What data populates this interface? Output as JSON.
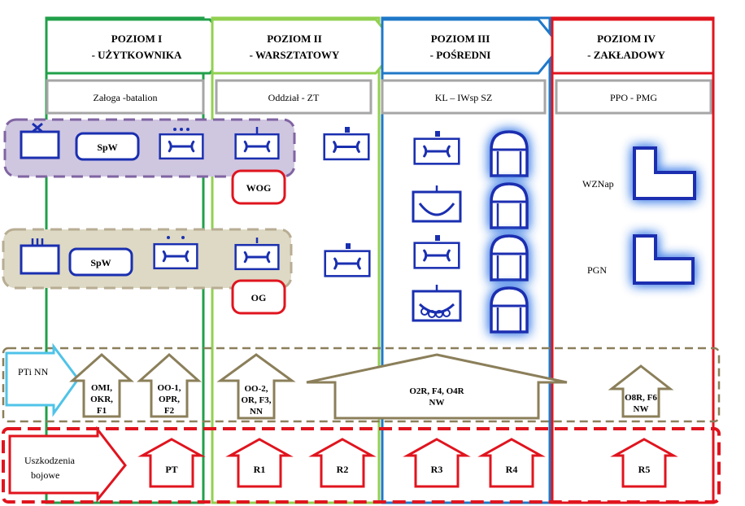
{
  "levels": [
    {
      "title": "POZIOM I",
      "subtitle": "- UŻYTKOWNIKA",
      "unit": "Załoga -batalion",
      "color": "#21a04a"
    },
    {
      "title": "POZIOM II",
      "subtitle": "- WARSZTATOWY",
      "unit": "Oddział - ZT",
      "color": "#92d050"
    },
    {
      "title": "POZIOM III",
      "subtitle": "- POŚREDNI",
      "unit": "KL – IWsp SZ",
      "color": "#1f78c8"
    },
    {
      "title": "POZIOM IV",
      "subtitle": "- ZAKŁADOWY",
      "unit": "PPO - PMG",
      "color": "#e0141e"
    }
  ],
  "rows": {
    "row1": {
      "spw": "SpW",
      "extra": "WOG"
    },
    "row2": {
      "spw": "SpW",
      "extra": "OG"
    }
  },
  "level4_items": [
    "WZNap",
    "PGN"
  ],
  "inputs": {
    "pt_nn": "PTi NN",
    "damage": "Uszkodzenia bojowe"
  },
  "service_arrows": [
    {
      "lines": [
        "OMI,",
        "OKR,",
        "F1"
      ]
    },
    {
      "lines": [
        "OO-1,",
        "OPR,",
        "F2"
      ]
    },
    {
      "lines": [
        "OO-2,",
        "OR, F3,",
        "NN"
      ]
    },
    {
      "lines": [
        "O2R, F4, O4R",
        "NW"
      ]
    },
    {
      "lines": [
        "O8R, F6",
        "NW"
      ]
    }
  ],
  "repair_arrows": [
    "PT",
    "R1",
    "R2",
    "R3",
    "R4",
    "R5"
  ],
  "colors": {
    "green": "#21a04a",
    "lightgreen": "#92d050",
    "blue": "#1f78c8",
    "red": "#e0141e",
    "navy": "#1a2fb0",
    "purple": "#8064a2",
    "purpleFill": "#cfc6e0",
    "tan": "#b8ad93",
    "tanFill": "#ddd9c4",
    "olive": "#8b7f5a",
    "grey": "#a6a6a6"
  }
}
